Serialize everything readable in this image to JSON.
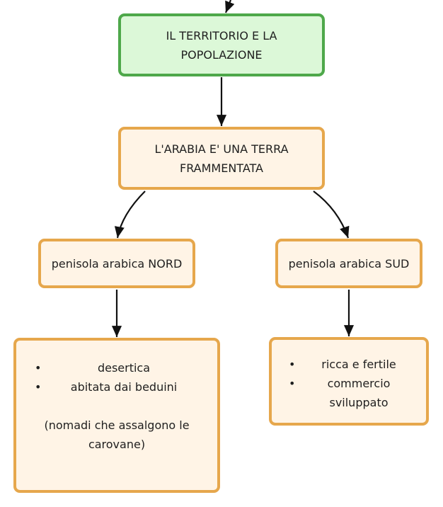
{
  "nodes": {
    "root": {
      "label": "IL TERRITORIO E LA POPOLAZIONE",
      "color": "#dcf8d8",
      "border": "#4ea84a"
    },
    "arabia": {
      "label": "L'ARABIA E' UNA TERRA FRAMMENTATA",
      "color": "#fff4e6",
      "border": "#e6a74c"
    },
    "nord": {
      "label": "penisola arabica NORD"
    },
    "sud": {
      "label": "penisola arabica SUD"
    },
    "nord_detail": {
      "items": [
        "desertica",
        "abitata dai beduini"
      ],
      "note": "(nomadi che assalgono le carovane)"
    },
    "sud_detail": {
      "items": [
        "ricca e fertile",
        "commercio sviluppato"
      ]
    }
  },
  "edges": [
    {
      "from": "incoming",
      "to": "root"
    },
    {
      "from": "root",
      "to": "arabia"
    },
    {
      "from": "arabia",
      "to": "nord"
    },
    {
      "from": "arabia",
      "to": "sud"
    },
    {
      "from": "nord",
      "to": "nord_detail"
    },
    {
      "from": "sud",
      "to": "sud_detail"
    }
  ]
}
